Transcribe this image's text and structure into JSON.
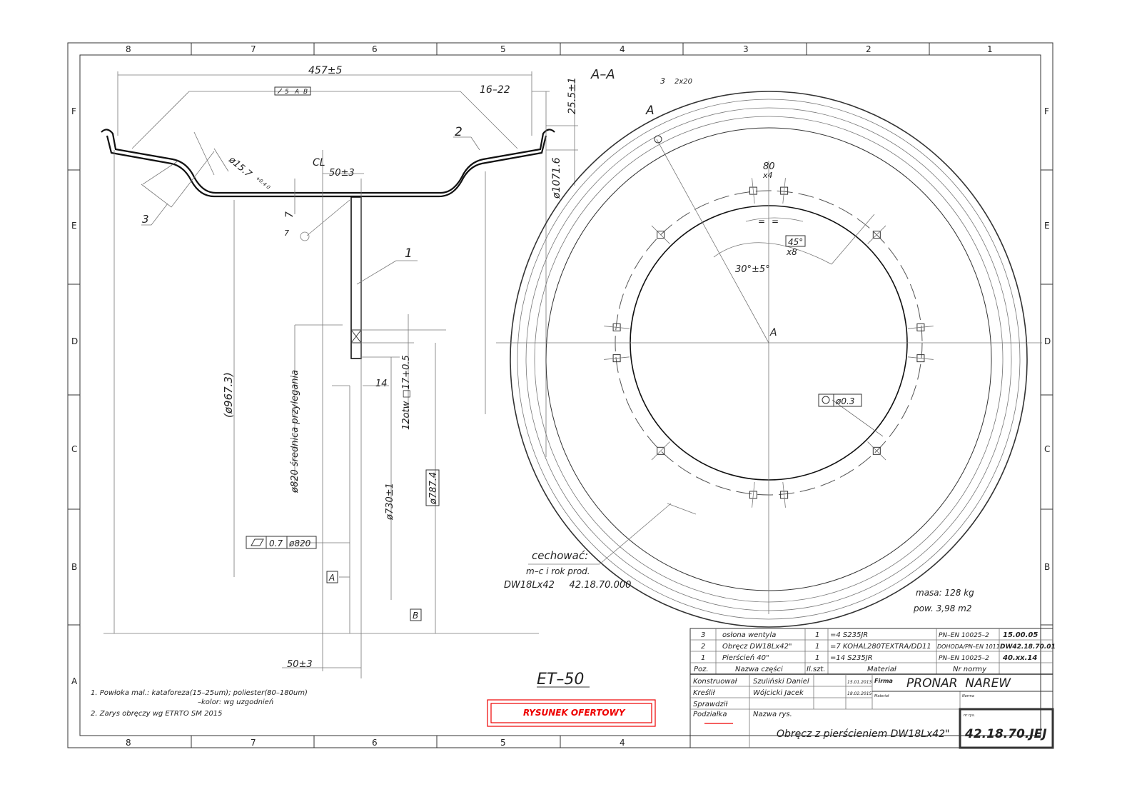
{
  "frame": {
    "columns_top": [
      "8",
      "7",
      "6",
      "5",
      "4",
      "3",
      "2",
      "1"
    ],
    "columns_bottom": [
      "8",
      "7",
      "6",
      "5",
      "4"
    ],
    "rows": [
      "F",
      "E",
      "D",
      "C",
      "B",
      "A"
    ]
  },
  "section": {
    "title": "A–A",
    "dim_width": "457±5",
    "geom_tol": "5",
    "datum_a": "A",
    "datum_b": "B",
    "dim_16_22": "16–22",
    "dim_25_5": "25.5±1",
    "dim_1071": "ø1071.6",
    "dim_15_7": "ø15.7",
    "dim_15_7_tol": "+0.4 0",
    "label_cl": "CL",
    "dim_offset_top": "50±3",
    "dim_7": "7",
    "weld_7": "7",
    "item_1": "1",
    "item_2": "2",
    "item_3": "3",
    "dim_967": "(ø967.3)",
    "dim_820": "ø820 średnica przylegania",
    "dim_14": "14",
    "dim_holes": "12otw □17+0.5",
    "dim_730": "ø730±1",
    "dim_787": "ø787.4",
    "flatness_tol": "0.7",
    "flatness_dia": "ø820",
    "dim_offset_bottom": "50±3"
  },
  "front": {
    "weld_label": "3",
    "weld_size": "2x20",
    "section_a": "A",
    "dim_80": "80",
    "dim_80_count": "x4",
    "dim_eq": "=",
    "dim_45": "45°",
    "dim_45_count": "x8",
    "dim_30": "30°±5°",
    "position_tol": "ø0.3",
    "mass": "masa:  128 kg",
    "area": "pow.  3,98 m2"
  },
  "marking": {
    "title": "cechować:",
    "line1": "m–c i rok prod.",
    "line2": "DW18Lx42     42.18.70.000"
  },
  "et": "ET–50",
  "stamp": "RYSUNEK OFERTOWY",
  "notes": [
    "1. Powłoka mal.: kataforeza(15–25um); poliester(80–180um)",
    "–kolor: wg uzgodnień",
    "2. Zarys obręczy wg ETRTO SM 2015"
  ],
  "parts_list": {
    "rows": [
      {
        "poz": "3",
        "name": "osłona wentyla",
        "qty": "1",
        "material": "=4  S235JR",
        "norm": "PN–EN 10025–2",
        "code": "15.00.05"
      },
      {
        "poz": "2",
        "name": "Obręcz DW18Lx42\"",
        "qty": "1",
        "material": "=7 KOHAL280TEXTRA/DD11",
        "norm": "DOHODA/PN–EN 1011",
        "code": "DW42.18.70.01"
      },
      {
        "poz": "1",
        "name": "Pierścień 40\"",
        "qty": "1",
        "material": "=14  S235JR",
        "norm": "PN–EN 10025–2",
        "code": "40.xx.14"
      }
    ],
    "headers": {
      "poz": "Poz.",
      "name": "Nazwa części",
      "qty": "Il.szt.",
      "material": "Materiał",
      "norm": "Nr normy"
    }
  },
  "title_block": {
    "designed_label": "Konstruował",
    "designed_by": "Szuliński Daniel",
    "designed_date": "15.01.2013",
    "drawn_label": "Kreślił",
    "drawn_by": "Wójcicki Jacek",
    "drawn_date": "18.02.2015",
    "checked_label": "Sprawdził",
    "company_label": "Firma",
    "company": "PRONAR  NAREW",
    "material_label": "Materiał",
    "norm_label": "Norma",
    "scale_label": "Podziałka",
    "name_label": "Nazwa rys.",
    "drawing_name": "Obręcz z pierścieniem DW18Lx42\"",
    "number_label": "nr rys.",
    "number": "42.18.70.JEJ"
  }
}
